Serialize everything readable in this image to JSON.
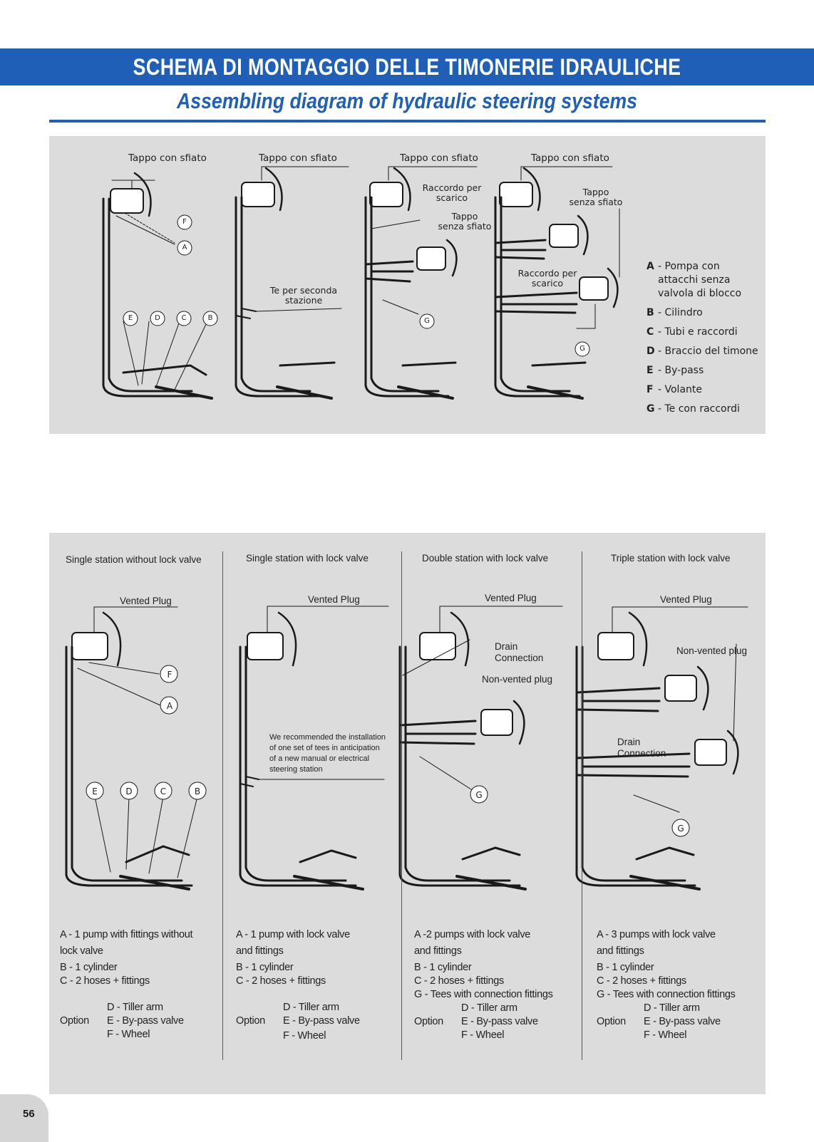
{
  "header": {
    "title_it": "SCHEMA DI MONTAGGIO DELLE TIMONERIE IDRAULICHE",
    "title_en": "Assembling diagram of hydraulic steering systems"
  },
  "top_panel": {
    "vented_plug_label": "Tappo con sfiato",
    "drain_label": "Raccordo per\nscarico",
    "non_vented_label": "Tappo\nsenza sfiato",
    "second_station_label": "Te per seconda\nstazione",
    "legend": [
      {
        "key": "A",
        "text": "- Pompa con\n attacchi senza\n valvola di blocco"
      },
      {
        "key": "B",
        "text": "- Cilindro"
      },
      {
        "key": "C",
        "text": "- Tubi e raccordi"
      },
      {
        "key": "D",
        "text": "- Braccio del timone"
      },
      {
        "key": "E",
        "text": "- By-pass"
      },
      {
        "key": "F",
        "text": "- Volante"
      },
      {
        "key": "G",
        "text": "- Te con raccordi"
      }
    ]
  },
  "circle_letters": {
    "a": "A",
    "b": "B",
    "c": "C",
    "d": "D",
    "e": "E",
    "f": "F",
    "g": "G"
  },
  "bottom_panel": {
    "columns": [
      {
        "title": "Single station without lock valve"
      },
      {
        "title": "Single station with lock valve"
      },
      {
        "title": "Double station with lock valve"
      },
      {
        "title": "Triple station with lock valve"
      }
    ],
    "vented_plug": "Vented Plug",
    "drain_connection": "Drain\nConnection",
    "non_vented_plug": "Non-vented plug",
    "recommendation": "We recommended the installation\nof one set of tees in anticipation\nof a new manual or electrical\nsteering station",
    "specs": [
      {
        "lines": [
          "A - 1 pump with fittings without",
          "lock valve",
          "B - 1 cylinder",
          "C - 2 hoses + fittings"
        ]
      },
      {
        "lines": [
          "A - 1 pump with lock valve",
          "and fittings",
          "B - 1 cylinder",
          "C - 2 hoses + fittings"
        ]
      },
      {
        "lines": [
          "A -2 pumps with lock valve",
          "and fittings",
          "B - 1 cylinder",
          "C - 2 hoses + fittings",
          "G - Tees with connection fittings"
        ]
      },
      {
        "lines": [
          "A - 3 pumps with lock valve",
          "and fittings",
          "B - 1 cylinder",
          "C - 2 hoses + fittings",
          "G - Tees with connection fittings"
        ]
      }
    ],
    "option_label": "Option",
    "options": {
      "d": "D - Tiller arm",
      "e": "E - By-pass valve",
      "f": "F - Wheel"
    }
  },
  "page_number": "56"
}
